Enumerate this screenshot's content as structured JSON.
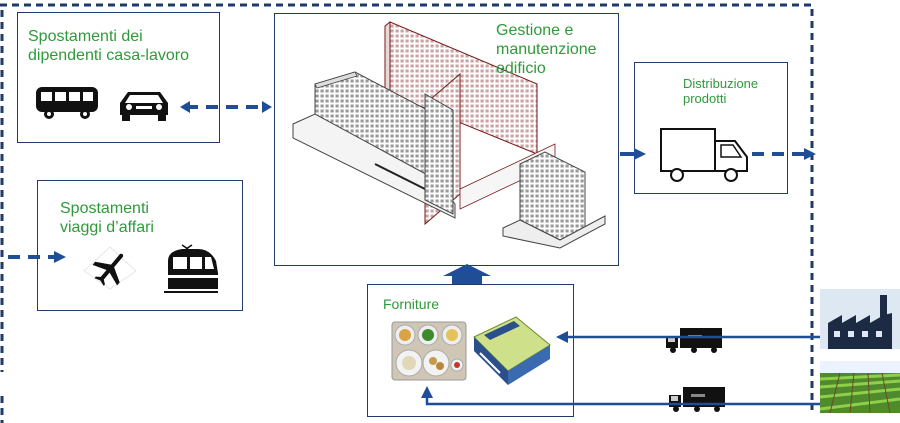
{
  "commuting": {
    "title_line1": "Spostamenti dei",
    "title_line2": "dipendenti casa-lavoro",
    "icons": [
      "bus-icon",
      "car-icon"
    ]
  },
  "business_travel": {
    "title_line1": "Spostamenti",
    "title_line2": "viaggi d’affari",
    "icons": [
      "airplane-icon",
      "train-icon"
    ]
  },
  "building": {
    "title_line1": "Gestione e",
    "title_line2": "manutenzione",
    "title_line3": "edificio"
  },
  "distribution": {
    "title_line1": "Distribuzione",
    "title_line2": "prodotti",
    "icons": [
      "delivery-truck-icon"
    ]
  },
  "supplies": {
    "title": "Forniture",
    "icons": [
      "food-tray-icon",
      "paper-ream-icon"
    ]
  },
  "sources": {
    "icons": [
      "factory-icon",
      "crop-field-icon",
      "transport-truck-icon"
    ]
  },
  "colors": {
    "border": "#1f3a6b",
    "arrow": "#1f4e96",
    "label": "#2e9a3a"
  }
}
